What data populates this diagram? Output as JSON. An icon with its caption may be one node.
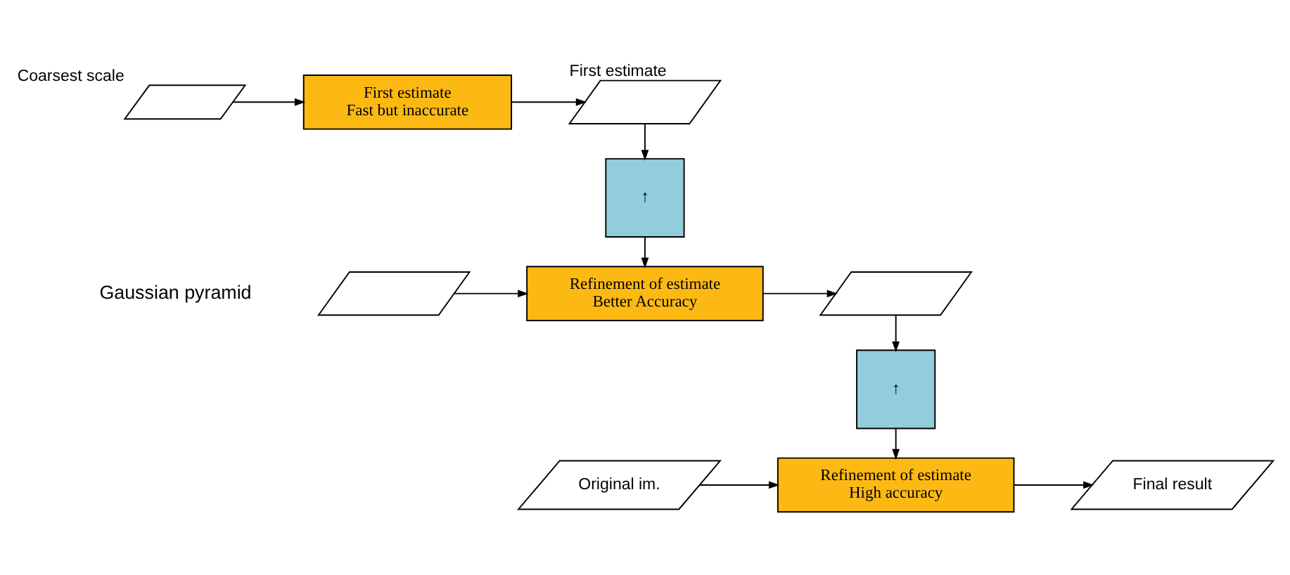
{
  "diagram": {
    "nodes": [
      {
        "text": [],
        "shape": "parallelogram",
        "beside": [
          "Coarsest scale"
        ]
      },
      {
        "text": [
          "First estimate",
          "Fast but inaccurate"
        ]
      },
      {
        "text": [],
        "shape": "parallelogram",
        "beside": [
          "First estimate"
        ]
      },
      {
        "text": [
          "↑"
        ]
      },
      {
        "text": [],
        "shape": "parallelogram"
      },
      {
        "text": [
          "Refinement of estimate",
          "Better Accuracy"
        ]
      },
      {
        "text": [],
        "shape": "parallelogram"
      },
      {
        "text": [
          "↑"
        ]
      },
      {
        "text": [
          "Original im."
        ]
      },
      {
        "text": [
          "Refinement of estimate",
          "High accuracy"
        ]
      },
      {
        "text": [
          "Final result"
        ]
      }
    ],
    "edges": [
      {
        "from": 0,
        "to": 1,
        "arrow": "to"
      },
      {
        "from": 1,
        "to": 2,
        "arrow": "to"
      },
      {
        "from": 2,
        "to": 3,
        "arrow": "to"
      },
      {
        "from": 3,
        "to": 5,
        "arrow": "to"
      },
      {
        "from": 4,
        "to": 5,
        "arrow": "to"
      },
      {
        "from": 5,
        "to": 6,
        "arrow": "to"
      },
      {
        "from": 6,
        "to": 7,
        "arrow": "to"
      },
      {
        "from": 7,
        "to": 9,
        "arrow": "to"
      },
      {
        "from": 8,
        "to": 9,
        "arrow": "to"
      },
      {
        "from": 9,
        "to": 10,
        "arrow": "to"
      }
    ],
    "labels": [
      "Gaussian pyramid"
    ]
  }
}
